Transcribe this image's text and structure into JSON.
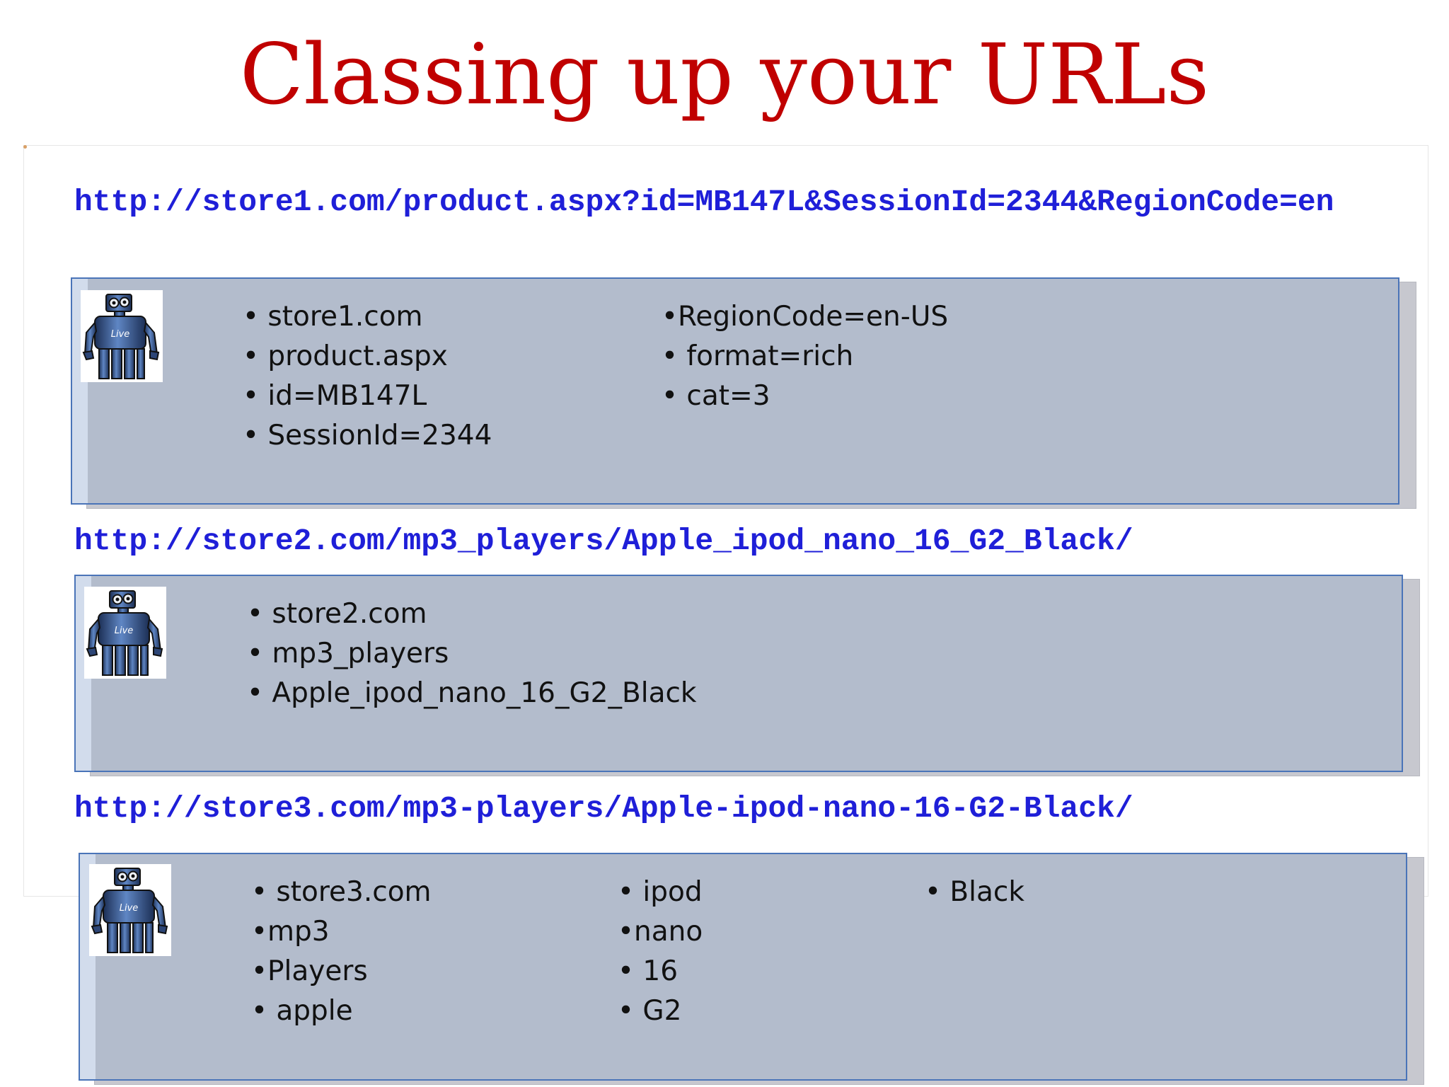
{
  "title": "Classing up your URLs",
  "url1": "http://store1.com/product.aspx?id=MB147L&SessionId=2344&RegionCode=en",
  "panel1": {
    "col1": [
      "• store1.com",
      "• product.aspx",
      "• id=MB147L",
      "• SessionId=2344"
    ],
    "col2": [
      "•RegionCode=en-US",
      "• format=rich",
      "• cat=3"
    ]
  },
  "url2": "http://store2.com/mp3_players/Apple_ipod_nano_16_G2_Black/",
  "panel2": {
    "col1": [
      "• store2.com",
      "• mp3_players",
      "• Apple_ipod_nano_16_G2_Black"
    ]
  },
  "url3": "http://store3.com/mp3-players/Apple-ipod-nano-16-G2-Black/",
  "panel3": {
    "col1": [
      "• store3.com",
      "•mp3",
      "•Players",
      "• apple"
    ],
    "col2": [
      "• ipod",
      "•nano",
      "• 16",
      "• G2"
    ],
    "col3": [
      "• Black"
    ]
  },
  "robot_label": "Live",
  "colors": {
    "title": "#c00000",
    "url": "#1f1fd8",
    "panel_fill": "#b3bccc",
    "panel_border": "#4a74b8"
  },
  "icons": [
    "robot-icon"
  ]
}
